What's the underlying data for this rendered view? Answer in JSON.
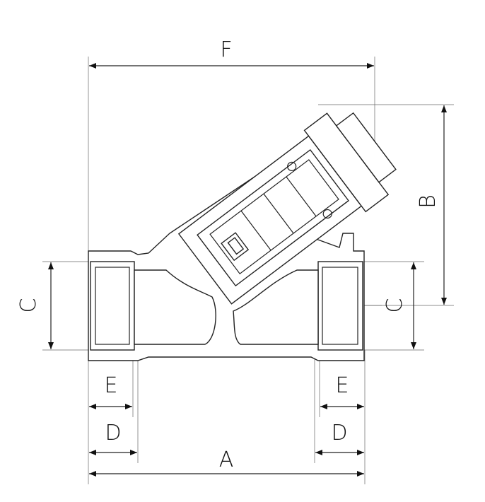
{
  "dimensions": {
    "F": "F",
    "B": "B",
    "C_left": "C",
    "C_right": "C",
    "E_left": "E",
    "E_right": "E",
    "D_left": "D",
    "D_right": "D",
    "A": "A"
  }
}
